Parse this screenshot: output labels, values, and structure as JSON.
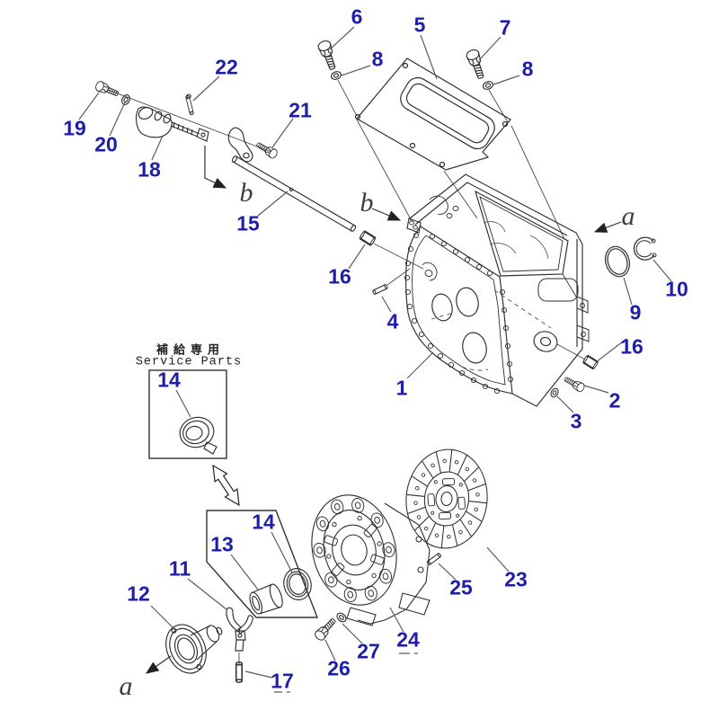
{
  "callouts": [
    {
      "part": "6"
    },
    {
      "part": "5"
    },
    {
      "part": "7"
    },
    {
      "part": "8"
    },
    {
      "part": "8"
    },
    {
      "part": "22"
    },
    {
      "part": "21"
    },
    {
      "part": "19"
    },
    {
      "part": "20"
    },
    {
      "part": "18"
    },
    {
      "part": "15"
    },
    {
      "part": "16"
    },
    {
      "part": "4"
    },
    {
      "part": "1"
    },
    {
      "part": "9"
    },
    {
      "part": "10"
    },
    {
      "part": "16"
    },
    {
      "part": "2"
    },
    {
      "part": "3"
    },
    {
      "part": "14"
    },
    {
      "part": "14"
    },
    {
      "part": "13"
    },
    {
      "part": "11"
    },
    {
      "part": "12"
    },
    {
      "part": "17"
    },
    {
      "part": "26"
    },
    {
      "part": "27"
    },
    {
      "part": "25"
    },
    {
      "part": "24"
    },
    {
      "part": "23"
    }
  ],
  "view_labels": [
    {
      "text": "b"
    },
    {
      "text": "b"
    },
    {
      "text": "a"
    },
    {
      "text": "a"
    }
  ],
  "service_box": {
    "title_jp": "補給専用",
    "title_en": "Service Parts"
  },
  "icons": {
    "view_direction": "filled-triangle-arrow",
    "interchange": "double-headed-outline-arrow"
  },
  "colors": {
    "callout": "#1e1ea8",
    "letters": "#3d3d3d",
    "line": "#2e2e2e",
    "leader": "#5c5c5c",
    "background": "#ffffff"
  }
}
